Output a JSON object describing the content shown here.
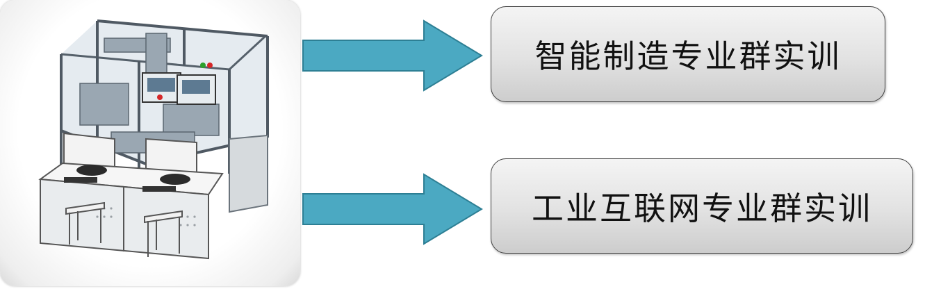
{
  "equipment_image": {
    "icon": "training-workstation-machine"
  },
  "connectors": [
    {
      "icon": "right-arrow-icon",
      "color": "#4ba9c2"
    },
    {
      "icon": "right-arrow-icon",
      "color": "#4ba9c2"
    }
  ],
  "targets": [
    {
      "label": "智能制造专业群实训"
    },
    {
      "label": "工业互联网专业群实训"
    }
  ],
  "colors": {
    "arrow_fill": "#4ba9c2",
    "arrow_stroke": "#2d7f94",
    "box_border": "#3f3f3f"
  }
}
